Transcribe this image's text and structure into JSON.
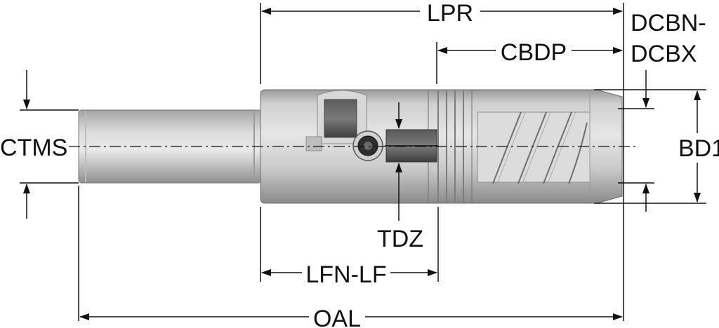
{
  "labels": {
    "lpr": "LPR",
    "cbdp": "CBDP",
    "dcbn_line1": "DCBN-",
    "dcbn_line2": "DCBX",
    "ctms": "CTMS",
    "bd1": "BD1",
    "tdz": "TDZ",
    "lfn_lf": "LFN-LF",
    "oal": "OAL"
  },
  "colors": {
    "dimension_line": "#111111",
    "body_mid": "#c4c4c4",
    "body_light": "#e2e2e2",
    "body_dark": "#8e8e8e",
    "outline": "#555555"
  }
}
